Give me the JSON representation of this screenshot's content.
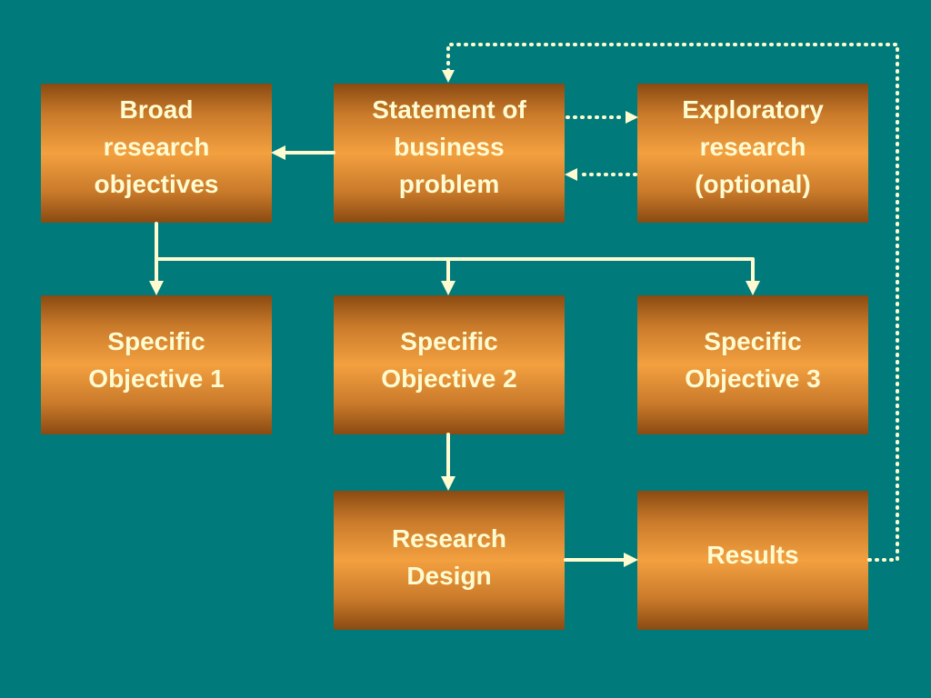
{
  "boxes": {
    "broad": {
      "lines": [
        "Broad",
        "research",
        "objectives"
      ]
    },
    "statement": {
      "lines": [
        "Statement of",
        "business",
        "problem"
      ]
    },
    "exploratory": {
      "lines": [
        "Exploratory",
        "research",
        "(optional)"
      ]
    },
    "specific1": {
      "lines": [
        "Specific",
        "Objective 1"
      ]
    },
    "specific2": {
      "lines": [
        "Specific",
        "Objective 2"
      ]
    },
    "specific3": {
      "lines": [
        "Specific",
        "Objective 3"
      ]
    },
    "design": {
      "lines": [
        "Research",
        "Design"
      ]
    },
    "results": {
      "lines": [
        "Results"
      ]
    }
  },
  "colors": {
    "background": "#007a7a",
    "box_orange": "#f3a040",
    "box_brown": "#8a4a12",
    "text_cream": "#fffbd0",
    "connector": "#fffbd0"
  }
}
